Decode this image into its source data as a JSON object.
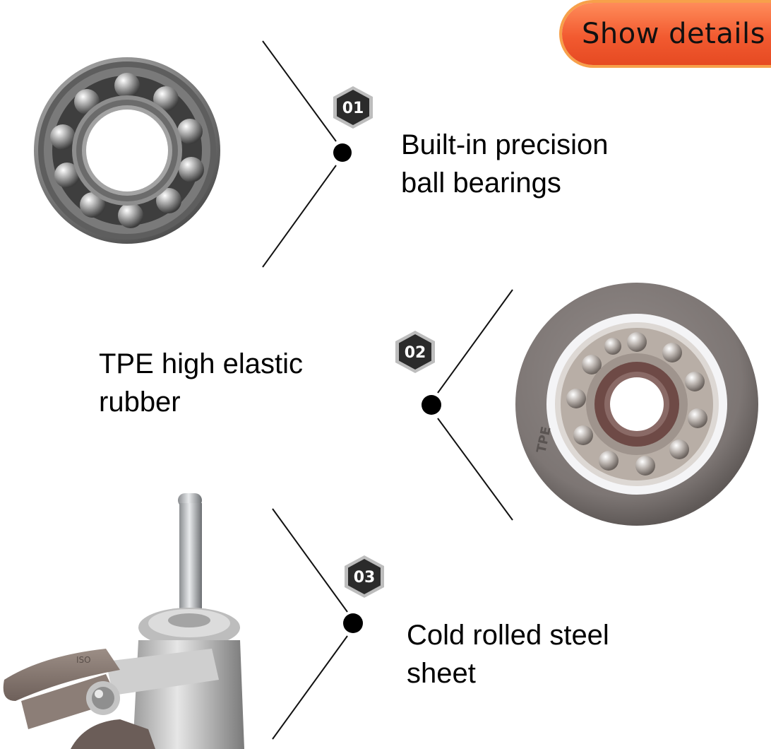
{
  "header": {
    "show_details_label": "Show details"
  },
  "features": [
    {
      "number": "01",
      "text": "Built-in precision\nball bearings"
    },
    {
      "number": "02",
      "text": "TPE high elastic\n rubber"
    },
    {
      "number": "03",
      "text": "Cold rolled steel\nsheet"
    }
  ],
  "images": {
    "wheel_marking": "TPE",
    "caster_marking": "ISO"
  },
  "colors": {
    "button_fill": "#f25a30",
    "button_border": "#f7a04a",
    "badge": "#2b2b2b",
    "tpe_tread": "#7d7674"
  }
}
